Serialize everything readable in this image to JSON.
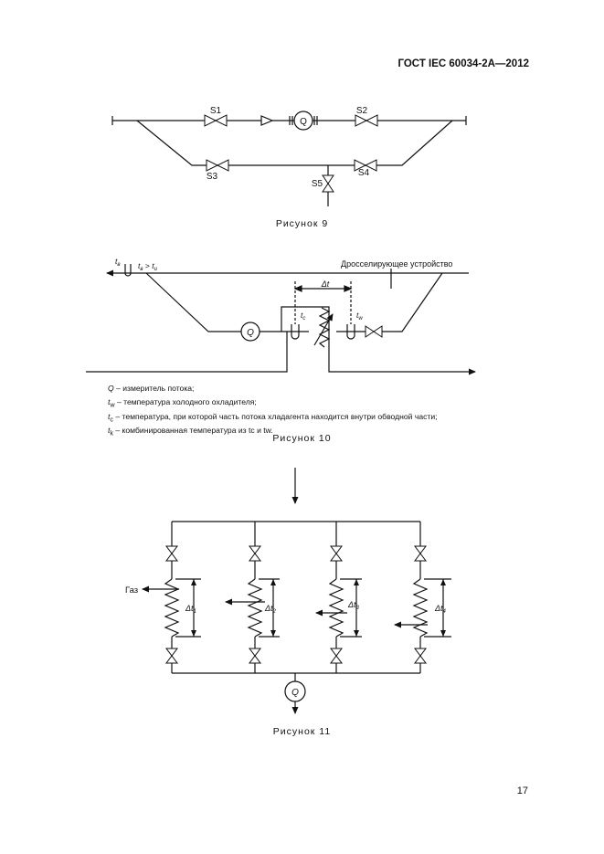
{
  "header": {
    "standard": "ГОСТ IEC 60034-2А—2012"
  },
  "figure9": {
    "caption": "Рисунок 9",
    "valves": {
      "s1": "S1",
      "s2": "S2",
      "s3": "S3",
      "s4": "S4",
      "s5": "S5"
    },
    "meter": "Q"
  },
  "figure10": {
    "caption": "Рисунок 10",
    "throttle_label": "Дросселирующее устройство",
    "meter": "Q",
    "delta": "Δt",
    "t_cold": "t",
    "t_cold_sub": "в",
    "cond_t1": "t",
    "cond_t1_sub": "в",
    "cond_gt": " > ",
    "cond_t2": "t",
    "cond_t2_sub": "u",
    "t_mixed": "t",
    "t_mixed_sub": "c",
    "t_hot": "t",
    "t_hot_sub": "w",
    "legend": [
      {
        "sym": "Q",
        "sub": "",
        "text": " – измеритель потока;"
      },
      {
        "sym": "t",
        "sub": "w",
        "text": " – температура холодного охладителя;"
      },
      {
        "sym": "t",
        "sub": "c",
        "text": " – температура, при которой часть потока хладагента находится внутри обводной части;"
      },
      {
        "sym": "t",
        "sub": "k",
        "text": " – комбинированная температура из tc и tw."
      }
    ]
  },
  "figure11": {
    "caption": "Рисунок 11",
    "gas_label": "Газ",
    "meter": "Q",
    "deltas": [
      {
        "sym": "Δt",
        "sub": "1"
      },
      {
        "sym": "Δt",
        "sub": "2"
      },
      {
        "sym": "Δt",
        "sub": "3"
      },
      {
        "sym": "Δt",
        "sub": "4"
      }
    ]
  },
  "footer": {
    "page_number": "17"
  }
}
